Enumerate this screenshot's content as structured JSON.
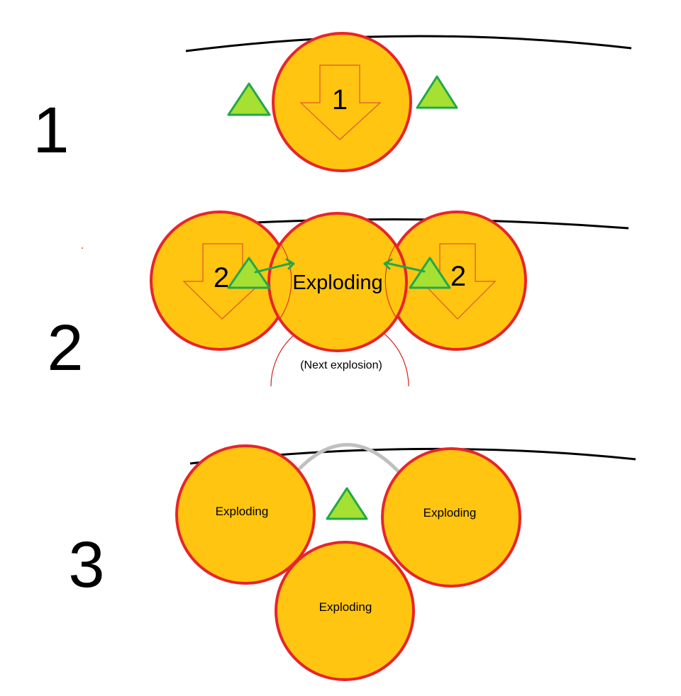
{
  "steps": [
    {
      "label": "1",
      "circle_text": "1"
    },
    {
      "label": "2",
      "left_text": "2",
      "center_text": "Exploding",
      "right_text": "2",
      "next_text": "(Next explosion)"
    },
    {
      "label": "3",
      "left_text": "Exploding",
      "right_text": "Exploding",
      "bottom_text": "Exploding"
    }
  ],
  "colors": {
    "circle_fill": "#FFC510",
    "circle_stroke": "#E8242A",
    "triangle_fill": "#A5E032",
    "triangle_stroke": "#22A84A",
    "arrow_stroke": "#E05530",
    "arc_gray": "#C0C0C0",
    "line": "#000000"
  }
}
